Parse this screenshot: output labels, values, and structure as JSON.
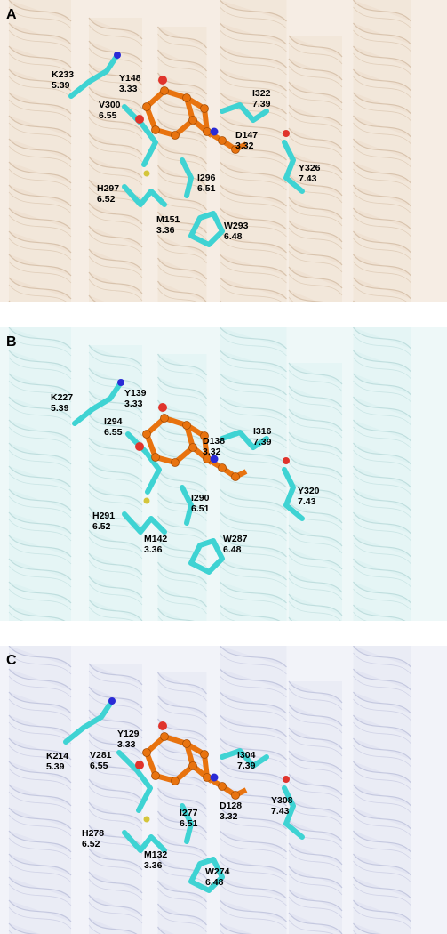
{
  "panels": [
    {
      "label": "A",
      "colors": {
        "ribbon": "#efe1d2",
        "ribbon_dark": "#d8c3ad",
        "bg": "#f6ede4"
      },
      "residues": [
        {
          "name": "K233",
          "bw": "5.39"
        },
        {
          "name": "Y148",
          "bw": "3.33"
        },
        {
          "name": "V300",
          "bw": "6.55"
        },
        {
          "name": "I322",
          "bw": "7.39"
        },
        {
          "name": "D147",
          "bw": "3.32"
        },
        {
          "name": "Y326",
          "bw": "7.43"
        },
        {
          "name": "I296",
          "bw": "6.51"
        },
        {
          "name": "H297",
          "bw": "6.52"
        },
        {
          "name": "M151",
          "bw": "3.36"
        },
        {
          "name": "W293",
          "bw": "6.48"
        }
      ]
    },
    {
      "label": "B",
      "colors": {
        "ribbon": "#def2f2",
        "ribbon_dark": "#bfdede",
        "bg": "#eef8f8"
      },
      "residues": [
        {
          "name": "K227",
          "bw": "5.39"
        },
        {
          "name": "Y139",
          "bw": "3.33"
        },
        {
          "name": "I294",
          "bw": "6.55"
        },
        {
          "name": "D138",
          "bw": "3.32"
        },
        {
          "name": "I316",
          "bw": "7.39"
        },
        {
          "name": "I290",
          "bw": "6.51"
        },
        {
          "name": "Y320",
          "bw": "7.43"
        },
        {
          "name": "H291",
          "bw": "6.52"
        },
        {
          "name": "M142",
          "bw": "3.36"
        },
        {
          "name": "W287",
          "bw": "6.48"
        }
      ]
    },
    {
      "label": "C",
      "colors": {
        "ribbon": "#e3e5f2",
        "ribbon_dark": "#c4c8df",
        "bg": "#f2f3f9"
      },
      "residues": [
        {
          "name": "K214",
          "bw": "5.39"
        },
        {
          "name": "Y129",
          "bw": "3.33"
        },
        {
          "name": "V281",
          "bw": "6.55"
        },
        {
          "name": "I304",
          "bw": "7.39"
        },
        {
          "name": "D128",
          "bw": "3.32"
        },
        {
          "name": "Y308",
          "bw": "7.43"
        },
        {
          "name": "I277",
          "bw": "6.51"
        },
        {
          "name": "H278",
          "bw": "6.52"
        },
        {
          "name": "M132",
          "bw": "3.36"
        },
        {
          "name": "W274",
          "bw": "6.48"
        }
      ]
    }
  ],
  "style_colors": {
    "carbon": "#3fd3d3",
    "oxygen": "#e0342c",
    "nitrogen": "#2b2bd6",
    "sulfur": "#d4c53a",
    "ligand": "#e8730f"
  }
}
